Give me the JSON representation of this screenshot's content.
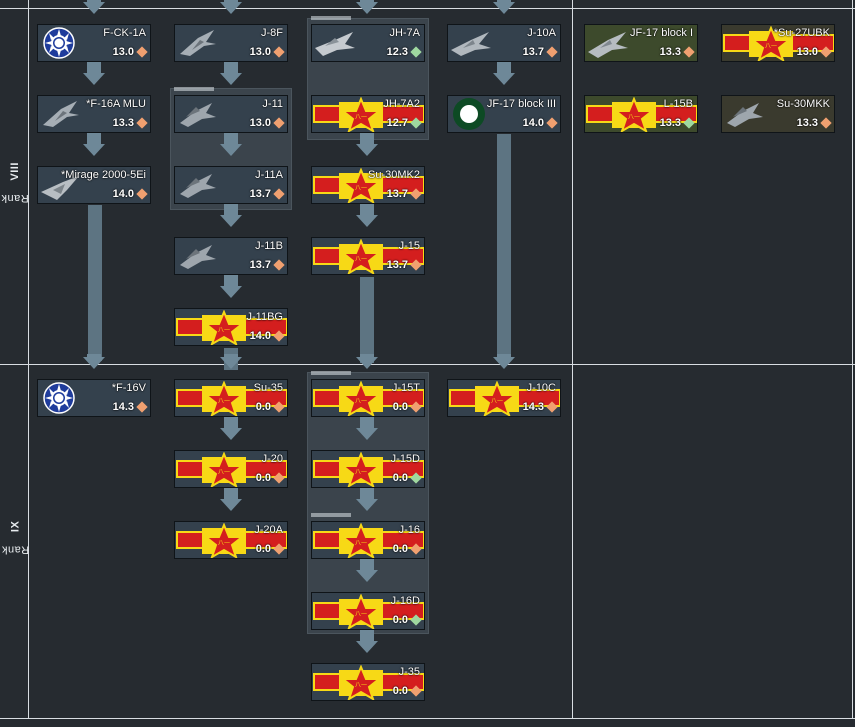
{
  "ranks": [
    {
      "prefix": "Rank",
      "numeral": "VIII"
    },
    {
      "prefix": "Rank",
      "numeral": "IX"
    }
  ],
  "colors": {
    "background": "#262b30",
    "card": "#34414d",
    "premium_card": "#3d4a2c",
    "squadron_card": "#3a3a2e",
    "flag_red": "#d41e1e",
    "flag_yellow": "#f7d916",
    "diamond_orange": "#f0a070",
    "diamond_green": "#9fd8a0"
  },
  "columns": [
    {
      "vehicles": [
        {
          "name": "F-CK-1A",
          "br": "13.0",
          "icon": "roc-roundel-icon",
          "diamond": "orange"
        },
        {
          "name": "*F-16A MLU",
          "br": "13.3",
          "icon": "jet-icon",
          "diamond": "orange"
        },
        {
          "name": "*Mirage 2000-5Ei",
          "br": "14.0",
          "icon": "jet-icon",
          "diamond": "orange"
        },
        {
          "name": "*F-16V",
          "br": "14.3",
          "icon": "roc-roundel-icon",
          "diamond": "orange"
        }
      ]
    },
    {
      "vehicles": [
        {
          "name": "J-8F",
          "br": "13.0",
          "icon": "jet-icon",
          "diamond": "orange"
        },
        {
          "name": "J-11",
          "br": "13.0",
          "icon": "jet-icon",
          "diamond": "orange"
        },
        {
          "name": "J-11A",
          "br": "13.7",
          "icon": "jet-icon",
          "diamond": "orange"
        },
        {
          "name": "J-11B",
          "br": "13.7",
          "icon": "jet-icon",
          "diamond": "orange"
        },
        {
          "name": "J-11BG",
          "br": "14.0",
          "icon": "prc-flag-icon",
          "diamond": "orange"
        },
        {
          "name": "Su-35",
          "br": "0.0",
          "icon": "prc-flag-icon",
          "diamond": "orange"
        },
        {
          "name": "J-20",
          "br": "0.0",
          "icon": "prc-flag-icon",
          "diamond": "orange"
        },
        {
          "name": "J-20A",
          "br": "0.0",
          "icon": "prc-flag-icon",
          "diamond": "orange"
        }
      ]
    },
    {
      "vehicles": [
        {
          "name": "JH-7A",
          "br": "12.3",
          "icon": "jet-icon",
          "diamond": "green"
        },
        {
          "name": "JH-7A2",
          "br": "12.7",
          "icon": "prc-flag-icon",
          "diamond": "green"
        },
        {
          "name": "Su-30MK2",
          "br": "13.7",
          "icon": "prc-flag-icon",
          "diamond": "orange"
        },
        {
          "name": "J-15",
          "br": "13.7",
          "icon": "prc-flag-icon",
          "diamond": "orange"
        },
        {
          "name": "J-15T",
          "br": "0.0",
          "icon": "prc-flag-icon",
          "diamond": "orange"
        },
        {
          "name": "J-15D",
          "br": "0.0",
          "icon": "prc-flag-icon",
          "diamond": "green"
        },
        {
          "name": "J-16",
          "br": "0.0",
          "icon": "prc-flag-icon",
          "diamond": "orange"
        },
        {
          "name": "J-16D",
          "br": "0.0",
          "icon": "prc-flag-icon",
          "diamond": "green"
        },
        {
          "name": "J-35",
          "br": "0.0",
          "icon": "prc-flag-icon",
          "diamond": "orange"
        }
      ]
    },
    {
      "vehicles": [
        {
          "name": "J-10A",
          "br": "13.7",
          "icon": "jet-icon",
          "diamond": "orange"
        },
        {
          "name": "JF-17 block III",
          "br": "14.0",
          "icon": "pakistan-roundel-icon",
          "diamond": "orange"
        },
        {
          "name": "J-10C",
          "br": "14.3",
          "icon": "prc-flag-icon",
          "diamond": "orange"
        }
      ]
    },
    {
      "vehicles": [
        {
          "name": "JF-17 block I",
          "br": "13.3",
          "icon": "jet-icon",
          "diamond": "orange"
        },
        {
          "name": "L-15B",
          "br": "13.3",
          "icon": "prc-flag-icon",
          "diamond": "green"
        }
      ]
    },
    {
      "vehicles": [
        {
          "name": "*Su-27UBK",
          "br": "13.0",
          "icon": "prc-flag-icon",
          "diamond": "orange"
        },
        {
          "name": "Su-30MKK",
          "br": "13.3",
          "icon": "jet-icon",
          "diamond": "orange"
        }
      ]
    }
  ]
}
